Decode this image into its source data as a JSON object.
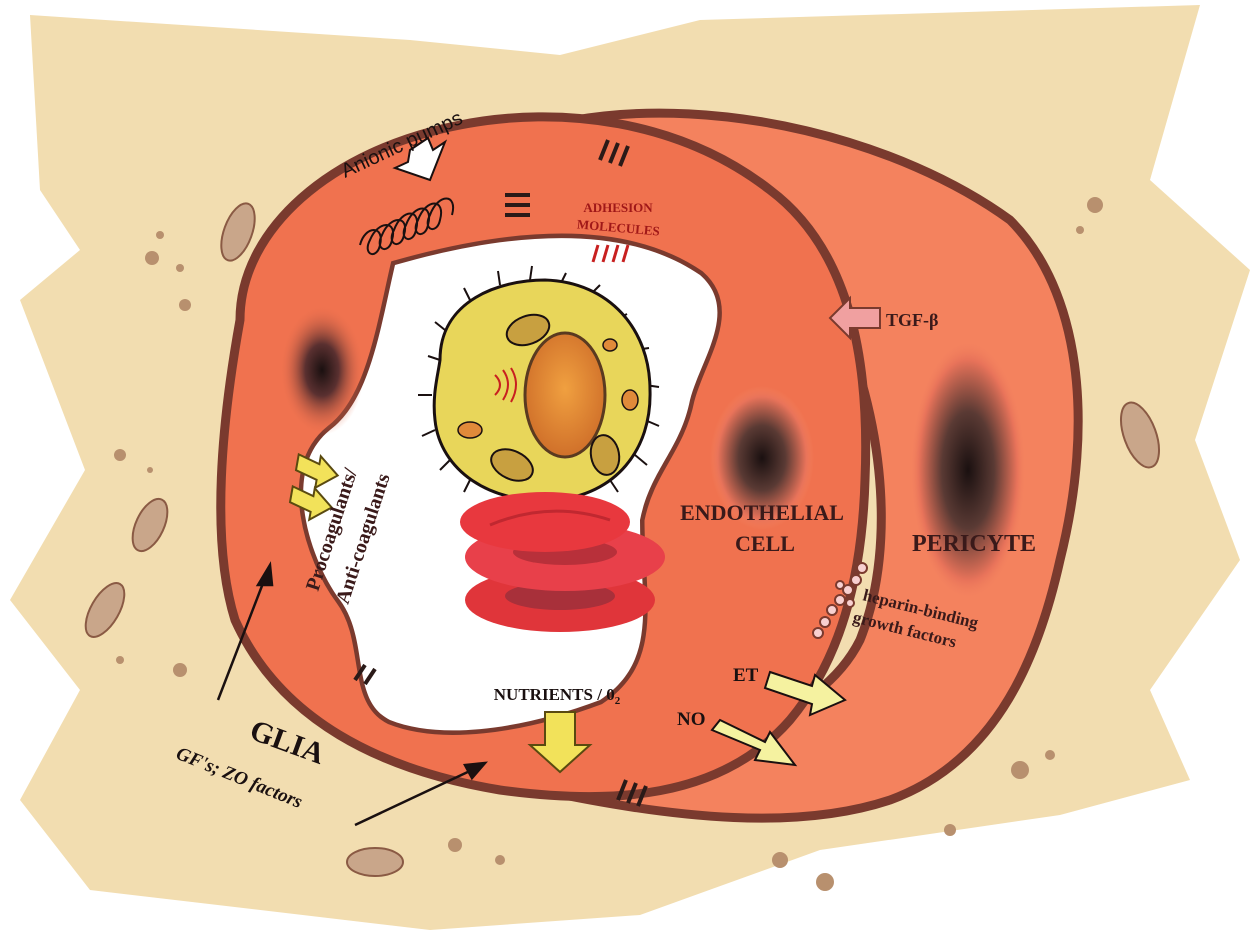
{
  "labels": {
    "anionic_pumps": "Anionic pumps",
    "adhesion_1": "ADHESION",
    "adhesion_2": "MOLECULES",
    "tgf": "TGF-β",
    "procoag_1": "Procoagulants/",
    "procoag_2": "Anti-coagulants",
    "endothelial_1": "ENDOTHELIAL",
    "endothelial_2": "CELL",
    "pericyte": "PERICYTE",
    "heparin_1": "heparin-binding",
    "heparin_2": "growth factors",
    "nutrients": "NUTRIENTS / 0",
    "nutrients_sub": "2",
    "et": "ET",
    "no": "NO",
    "glia": "GLIA",
    "gf": "GF's; ZO factors"
  },
  "colors": {
    "glia": "#f2ddb0",
    "endothelial": "#f0724f",
    "pericyte": "#f4825e",
    "membrane": "#7a3a2e",
    "nucleus_dark": "#2a1a18",
    "leukocyte": "#e8d65a",
    "leuko_nucleus": "#e08a3a",
    "rbc": "#e0353a",
    "arrow_yellow": "#f2e25a",
    "arrow_pale": "#f5f2a0",
    "arrow_pink": "#f0a0a0",
    "text_dark": "#3a1a1a",
    "text_adhesion": "#a01818"
  }
}
